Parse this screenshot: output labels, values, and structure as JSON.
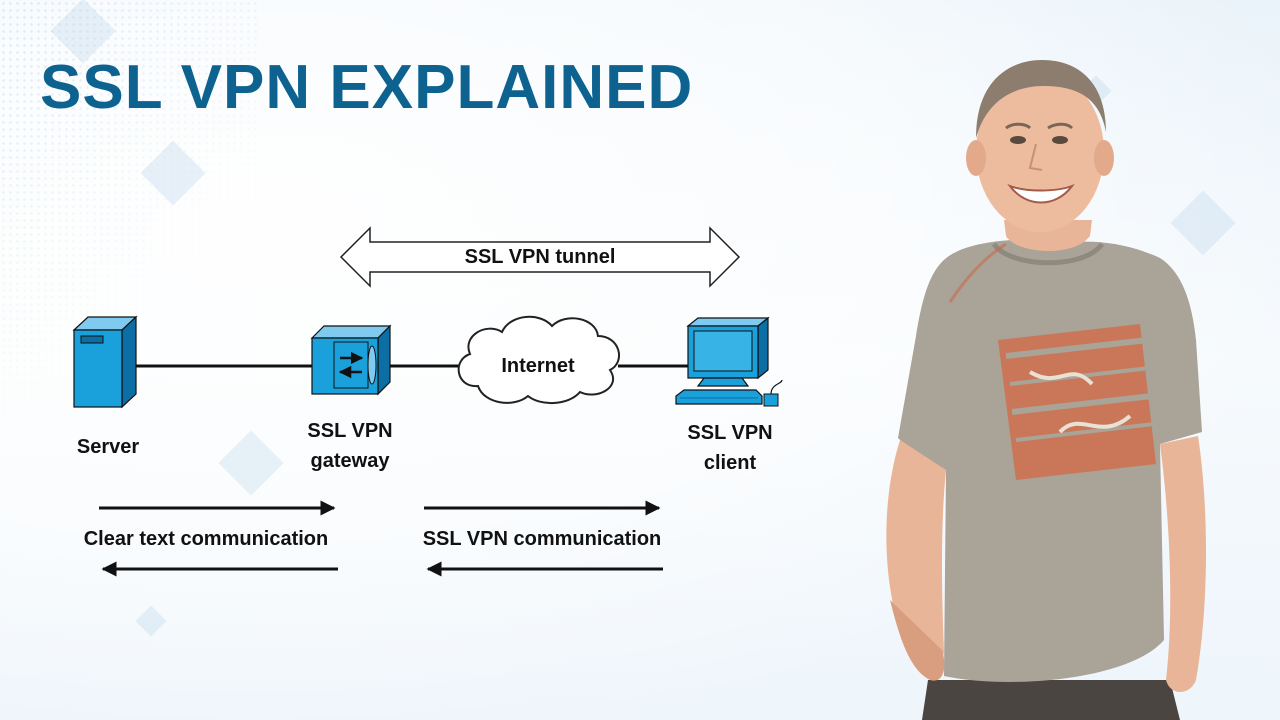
{
  "title": "SSL VPN EXPLAINED",
  "tunnel_label": "SSL VPN tunnel",
  "internet_label": "Internet",
  "nodes": {
    "server": "Server",
    "gateway_line1": "SSL VPN",
    "gateway_line2": "gateway",
    "client_line1": "SSL VPN",
    "client_line2": "client"
  },
  "flows": {
    "clear_text": "Clear text communication",
    "ssl_vpn": "SSL VPN communication"
  },
  "colors": {
    "title": "#0e6290",
    "device": "#1aa1dc",
    "device_dark": "#0b6fa5",
    "shirt": "#a9a398",
    "shirt_print": "#d9633a"
  },
  "icons": [
    "server-icon",
    "gateway-icon",
    "cloud-icon",
    "computer-icon",
    "arrow-right-icon",
    "arrow-left-icon"
  ]
}
